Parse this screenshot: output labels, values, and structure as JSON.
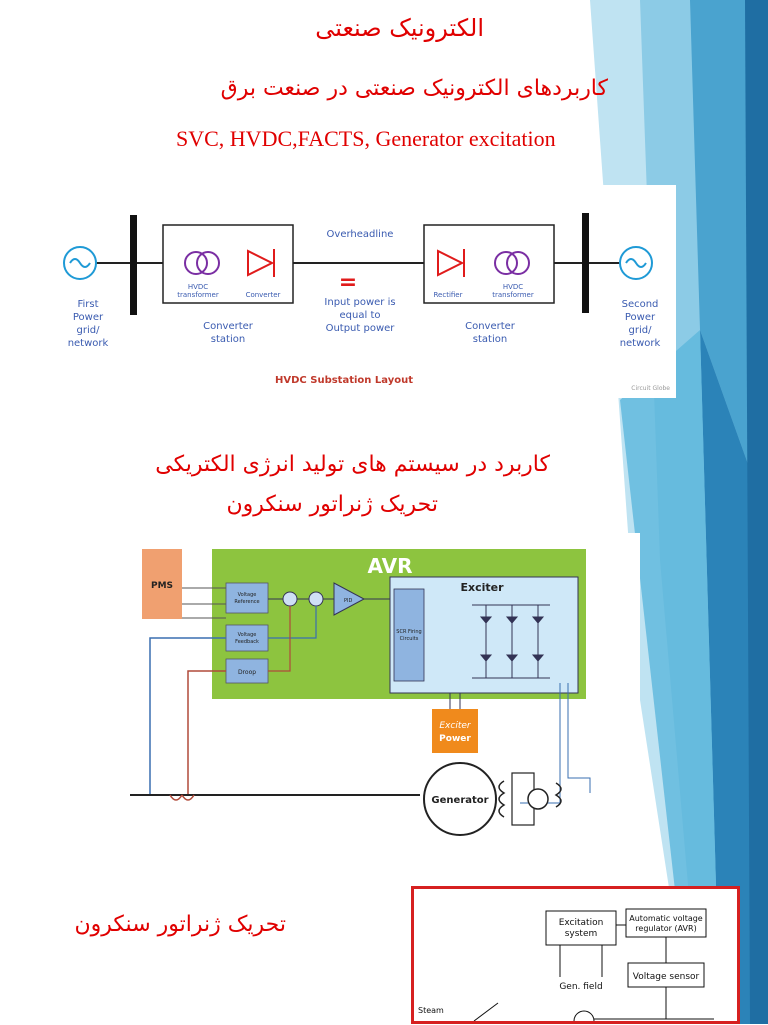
{
  "slide": {
    "title": "الکترونیک صنعتی",
    "subtitle": "کاربردهای الکترونیک صنعتی در صنعت برق",
    "apps": "SVC, HVDC,FACTS, Generator excitation",
    "section2_line1": "کاربرد در سیستم های تولید انرژی الکتریکی",
    "section2_line2": "تحریک ژنراتور سنکرون",
    "section3_title": "تحریک ژنراتور سنکرون"
  },
  "hvdc": {
    "overhead": "Overheadline",
    "equals": "=",
    "power_line1": "Input power is",
    "power_line2": "equal to",
    "power_line3": "Output power",
    "left_xfmr_line1": "HVDC",
    "left_xfmr_line2": "transformer",
    "converter": "Converter",
    "rectifier": "Rectifier",
    "right_xfmr_line1": "HVDC",
    "right_xfmr_line2": "transformer",
    "station_line1": "Converter",
    "station_line2": "station",
    "first_grid": [
      "First",
      "Power",
      "grid/",
      "network"
    ],
    "second_grid": [
      "Second",
      "Power",
      "grid/",
      "network"
    ],
    "caption": "HVDC Substation Layout",
    "watermark": "Circuit Globe",
    "colors": {
      "line": "#222222",
      "accent": "#1f9ad6",
      "diode": "#e01b1b",
      "xfmr": "#7a2ea3",
      "caption": "#c0392b",
      "label": "#3a5bb0"
    }
  },
  "avr": {
    "title": "AVR",
    "pms": "PMS",
    "voltage_ref_line1": "Voltage",
    "voltage_ref_line2": "Reference",
    "voltage_fb_line1": "Voltage",
    "voltage_fb_line2": "Feedback",
    "droop": "Droop",
    "pid": "PID",
    "scr_line1": "SCR Firing",
    "scr_line2": "Circuits",
    "exciter": "Exciter",
    "exciter_power_line1": "Exciter",
    "exciter_power_line2": "Power",
    "generator": "Generator",
    "colors": {
      "avr_bg": "#8dc43f",
      "pms": "#f0a070",
      "box": "#8fb4e0",
      "exciter_bg": "#cfe8f8",
      "exciter_power": "#f08a1c"
    }
  },
  "block": {
    "excitation_line1": "Excitation",
    "excitation_line2": "system",
    "avr_line1": "Automatic voltage",
    "avr_line2": "regulator (AVR)",
    "voltage_sensor": "Voltage sensor",
    "gen_field": "Gen. field",
    "steam": "Steam"
  }
}
